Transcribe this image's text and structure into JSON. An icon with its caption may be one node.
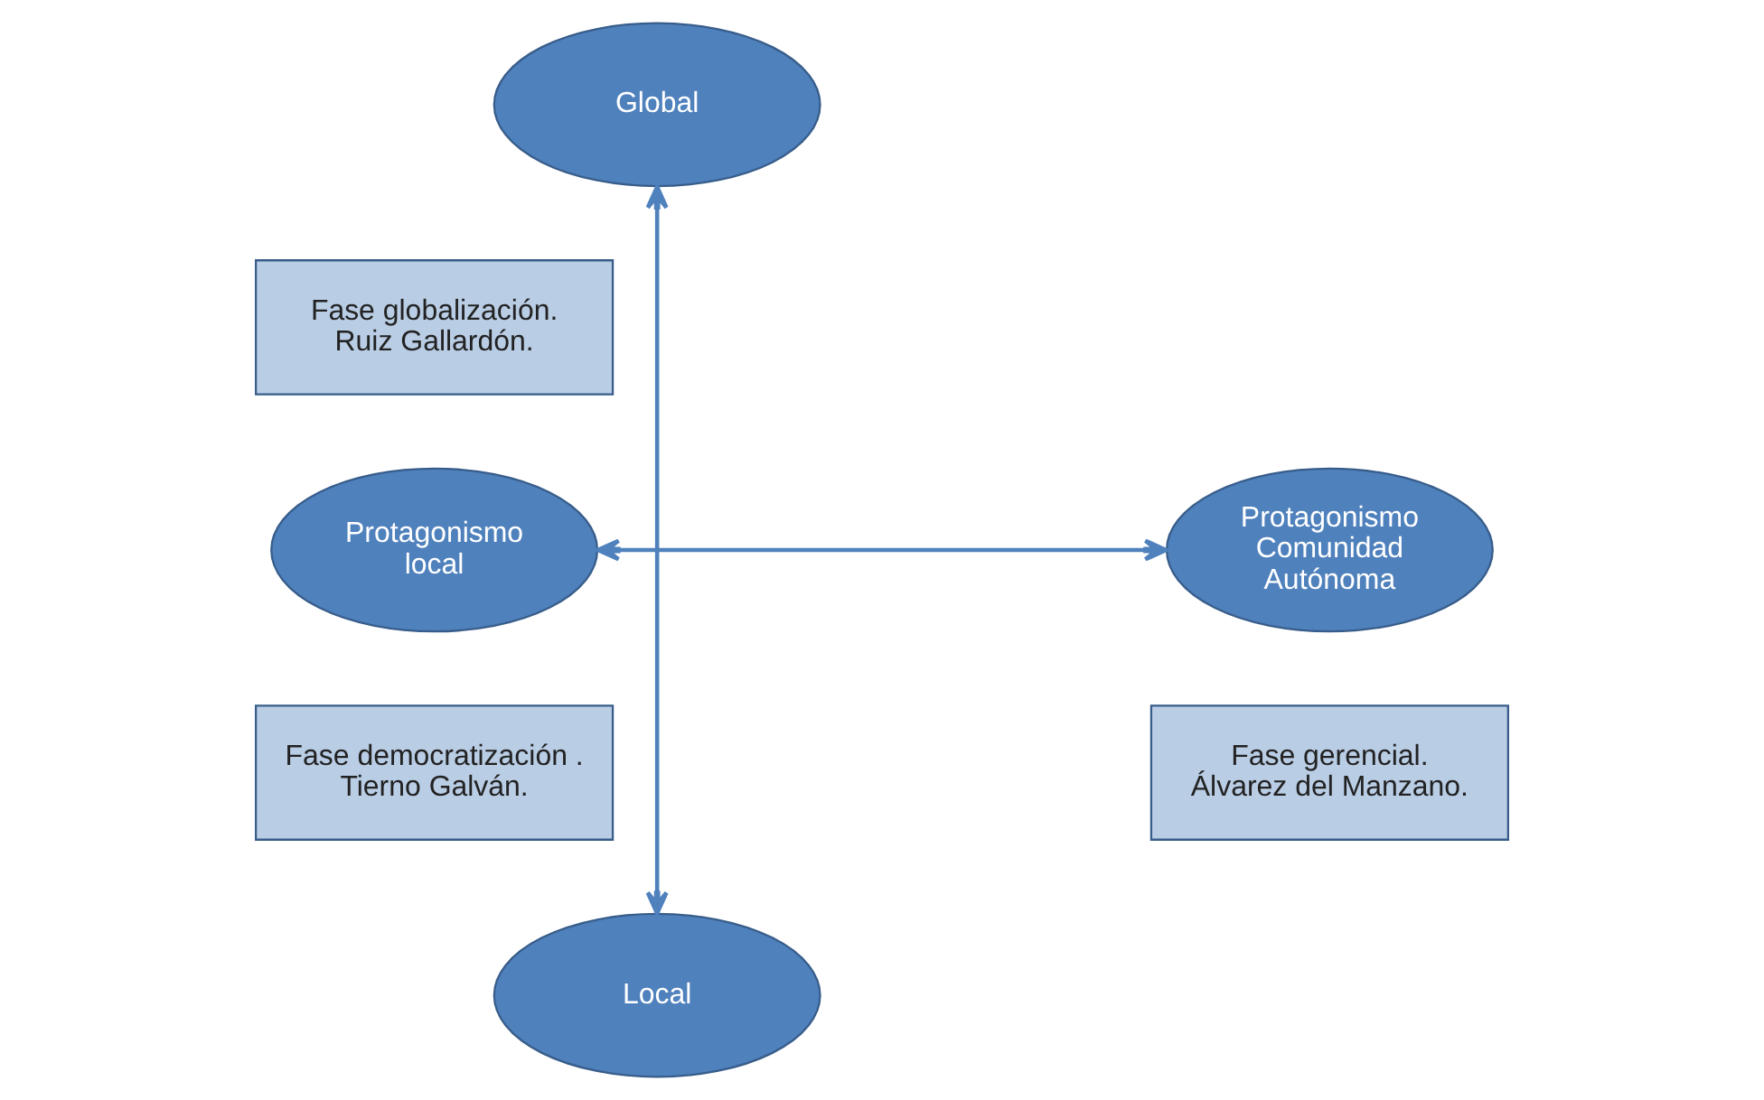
{
  "diagram": {
    "nodes": [
      {
        "text": [
          "Global"
        ]
      },
      {
        "text": [
          "Fase globalización. Ruiz Gallardón."
        ]
      },
      {
        "text": [
          "Protagonismo local"
        ]
      },
      {
        "text": [
          "Protagonismo Comunidad Autónoma"
        ]
      },
      {
        "text": [
          "Fase democratización . Tierno Galván."
        ]
      },
      {
        "text": [
          "Fase gerencial. Álvarez del Manzano."
        ]
      },
      {
        "text": [
          "Local"
        ]
      }
    ],
    "edges": [
      {
        "from": 0,
        "to": 6,
        "arrow": "both"
      },
      {
        "from": 2,
        "to": 3,
        "arrow": "both"
      }
    ]
  }
}
